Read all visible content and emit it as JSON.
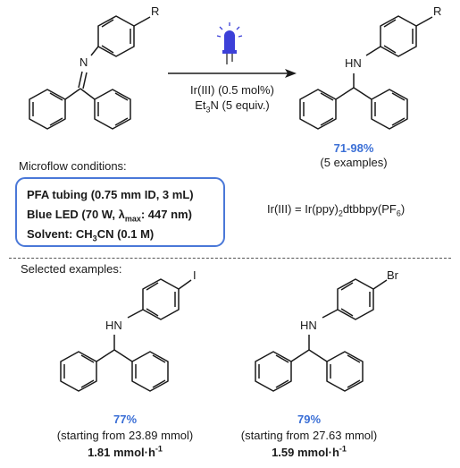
{
  "reaction": {
    "reactant_R": "R",
    "reactant_N": "N",
    "product_R": "R",
    "product_HN": "HN",
    "catalyst_line": {
      "pre": "Ir(III) (0.5 mol%)"
    },
    "base_line": {
      "a": "Et",
      "sub": "3",
      "b": "N (5 equiv.)"
    },
    "yield": "71-98%",
    "examples": "(5 examples)",
    "ir_definition": {
      "a": "Ir(III) = Ir(ppy)",
      "sub1": "2",
      "b": "dtbbpy(PF",
      "sub2": "6",
      "c": ")"
    }
  },
  "microflow": {
    "heading": "Microflow conditions:",
    "line1": "PFA tubing (0.75 mm ID, 3 mL)",
    "line2": {
      "a": "Blue LED (70 W, ",
      "lambda": "λ",
      "sub": "max",
      "b": ": 447 nm)"
    },
    "line3": {
      "a": "Solvent: CH",
      "sub": "3",
      "b": "CN  (0.1 M)"
    }
  },
  "selected": {
    "heading": "Selected examples:",
    "example1": {
      "substituent": "I",
      "amine": "HN",
      "yield": "77%",
      "start": "(starting from 23.89 mmol)",
      "rate_a": "1.81 mmol·h",
      "rate_sup": "-1"
    },
    "example2": {
      "substituent": "Br",
      "amine": "HN",
      "yield": "79%",
      "start": "(starting from 27.63 mmol)",
      "rate_a": "1.59 mmol·h",
      "rate_sup": "-1"
    }
  },
  "colors": {
    "accent": "#3b6fd6",
    "lamp": "#3c40d8"
  },
  "icons": [
    "blue-led-lamp-icon",
    "reaction-arrow-icon"
  ]
}
